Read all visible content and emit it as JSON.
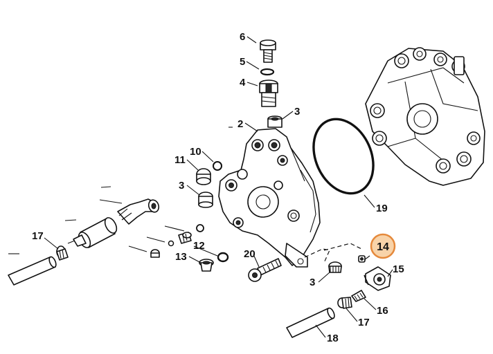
{
  "labels": {
    "p2": "2",
    "p3a": "3",
    "p3b": "3",
    "p3c": "3",
    "p4": "4",
    "p5": "5",
    "p6": "6",
    "p10": "10",
    "p11": "11",
    "p12": "12",
    "p13": "13",
    "p14": "14",
    "p15": "15",
    "p16": "16",
    "p17a": "17",
    "p17b": "17",
    "p18": "18",
    "p19": "19",
    "p20": "20"
  },
  "highlight": {
    "label": "14",
    "color": "#e5893b",
    "fill": "#f8d3a9"
  }
}
